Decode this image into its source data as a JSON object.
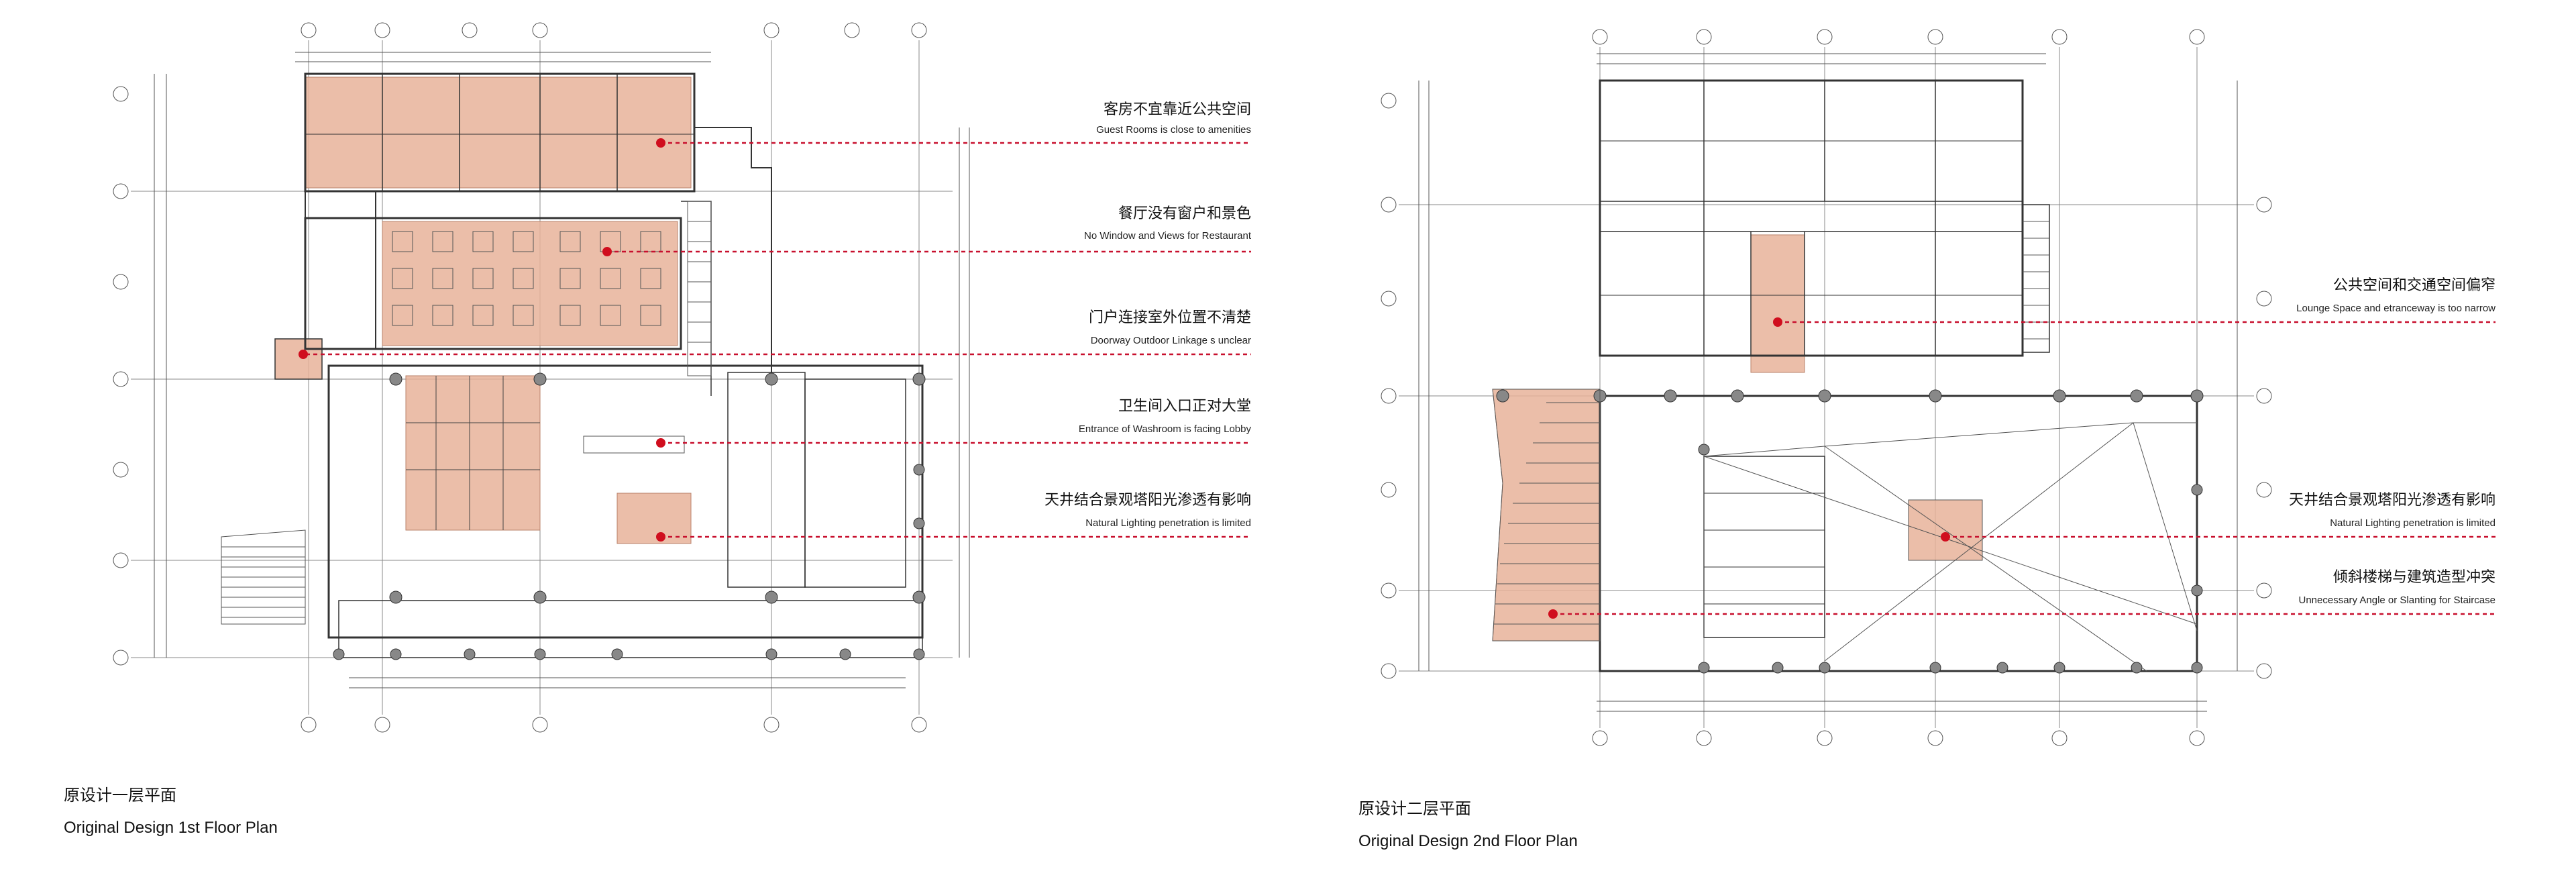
{
  "plan_1": {
    "caption_cn": "原设计一层平面",
    "caption_en": "Original Design 1st Floor Plan",
    "annotations": [
      {
        "cn": "客房不宜靠近公共空间",
        "en": "Guest Rooms  is close to amenities"
      },
      {
        "cn": "餐厅没有窗户和景色",
        "en": "No Window and Views for Restaurant"
      },
      {
        "cn": "门户连接室外位置不清楚",
        "en": "Doorway Outdoor Linkage s unclear"
      },
      {
        "cn": "卫生间入口正对大堂",
        "en": "Entrance of Washroom is facing Lobby"
      },
      {
        "cn": "天井结合景观塔阳光渗透有影响",
        "en": "Natural Lighting penetration is limited"
      }
    ]
  },
  "plan_2": {
    "caption_cn": "原设计二层平面",
    "caption_en": "Original Design 2nd Floor Plan",
    "annotations": [
      {
        "cn": "公共空间和交通空间偏窄",
        "en": "Lounge Space  and etranceway is too narrow"
      },
      {
        "cn": "天井结合景观塔阳光渗透有影响",
        "en": "Natural Lighting penetration is limited"
      },
      {
        "cn": "倾斜楼梯与建筑造型冲突",
        "en": "Unnecessary Angle or Slanting for Staircase"
      }
    ]
  },
  "colors": {
    "highlight": "#e7b39a",
    "annotation_line": "#c8102e",
    "annotation_dot": "#d00e1e"
  }
}
